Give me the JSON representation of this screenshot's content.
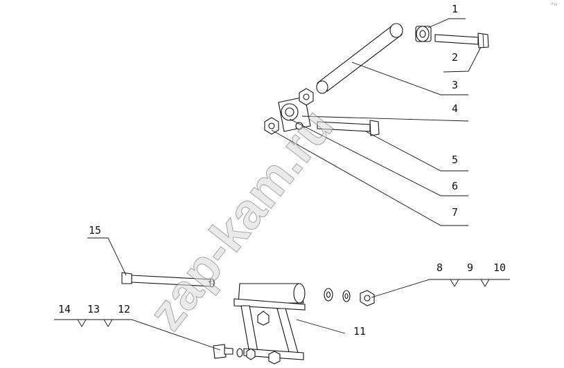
{
  "diagram": {
    "callouts": [
      "1",
      "2",
      "3",
      "4",
      "5",
      "6",
      "7",
      "8",
      "9",
      "10",
      "11",
      "12",
      "13",
      "14",
      "15"
    ],
    "watermark": "zap-kam.ru",
    "corner_mark": "ᵃ ▭"
  }
}
